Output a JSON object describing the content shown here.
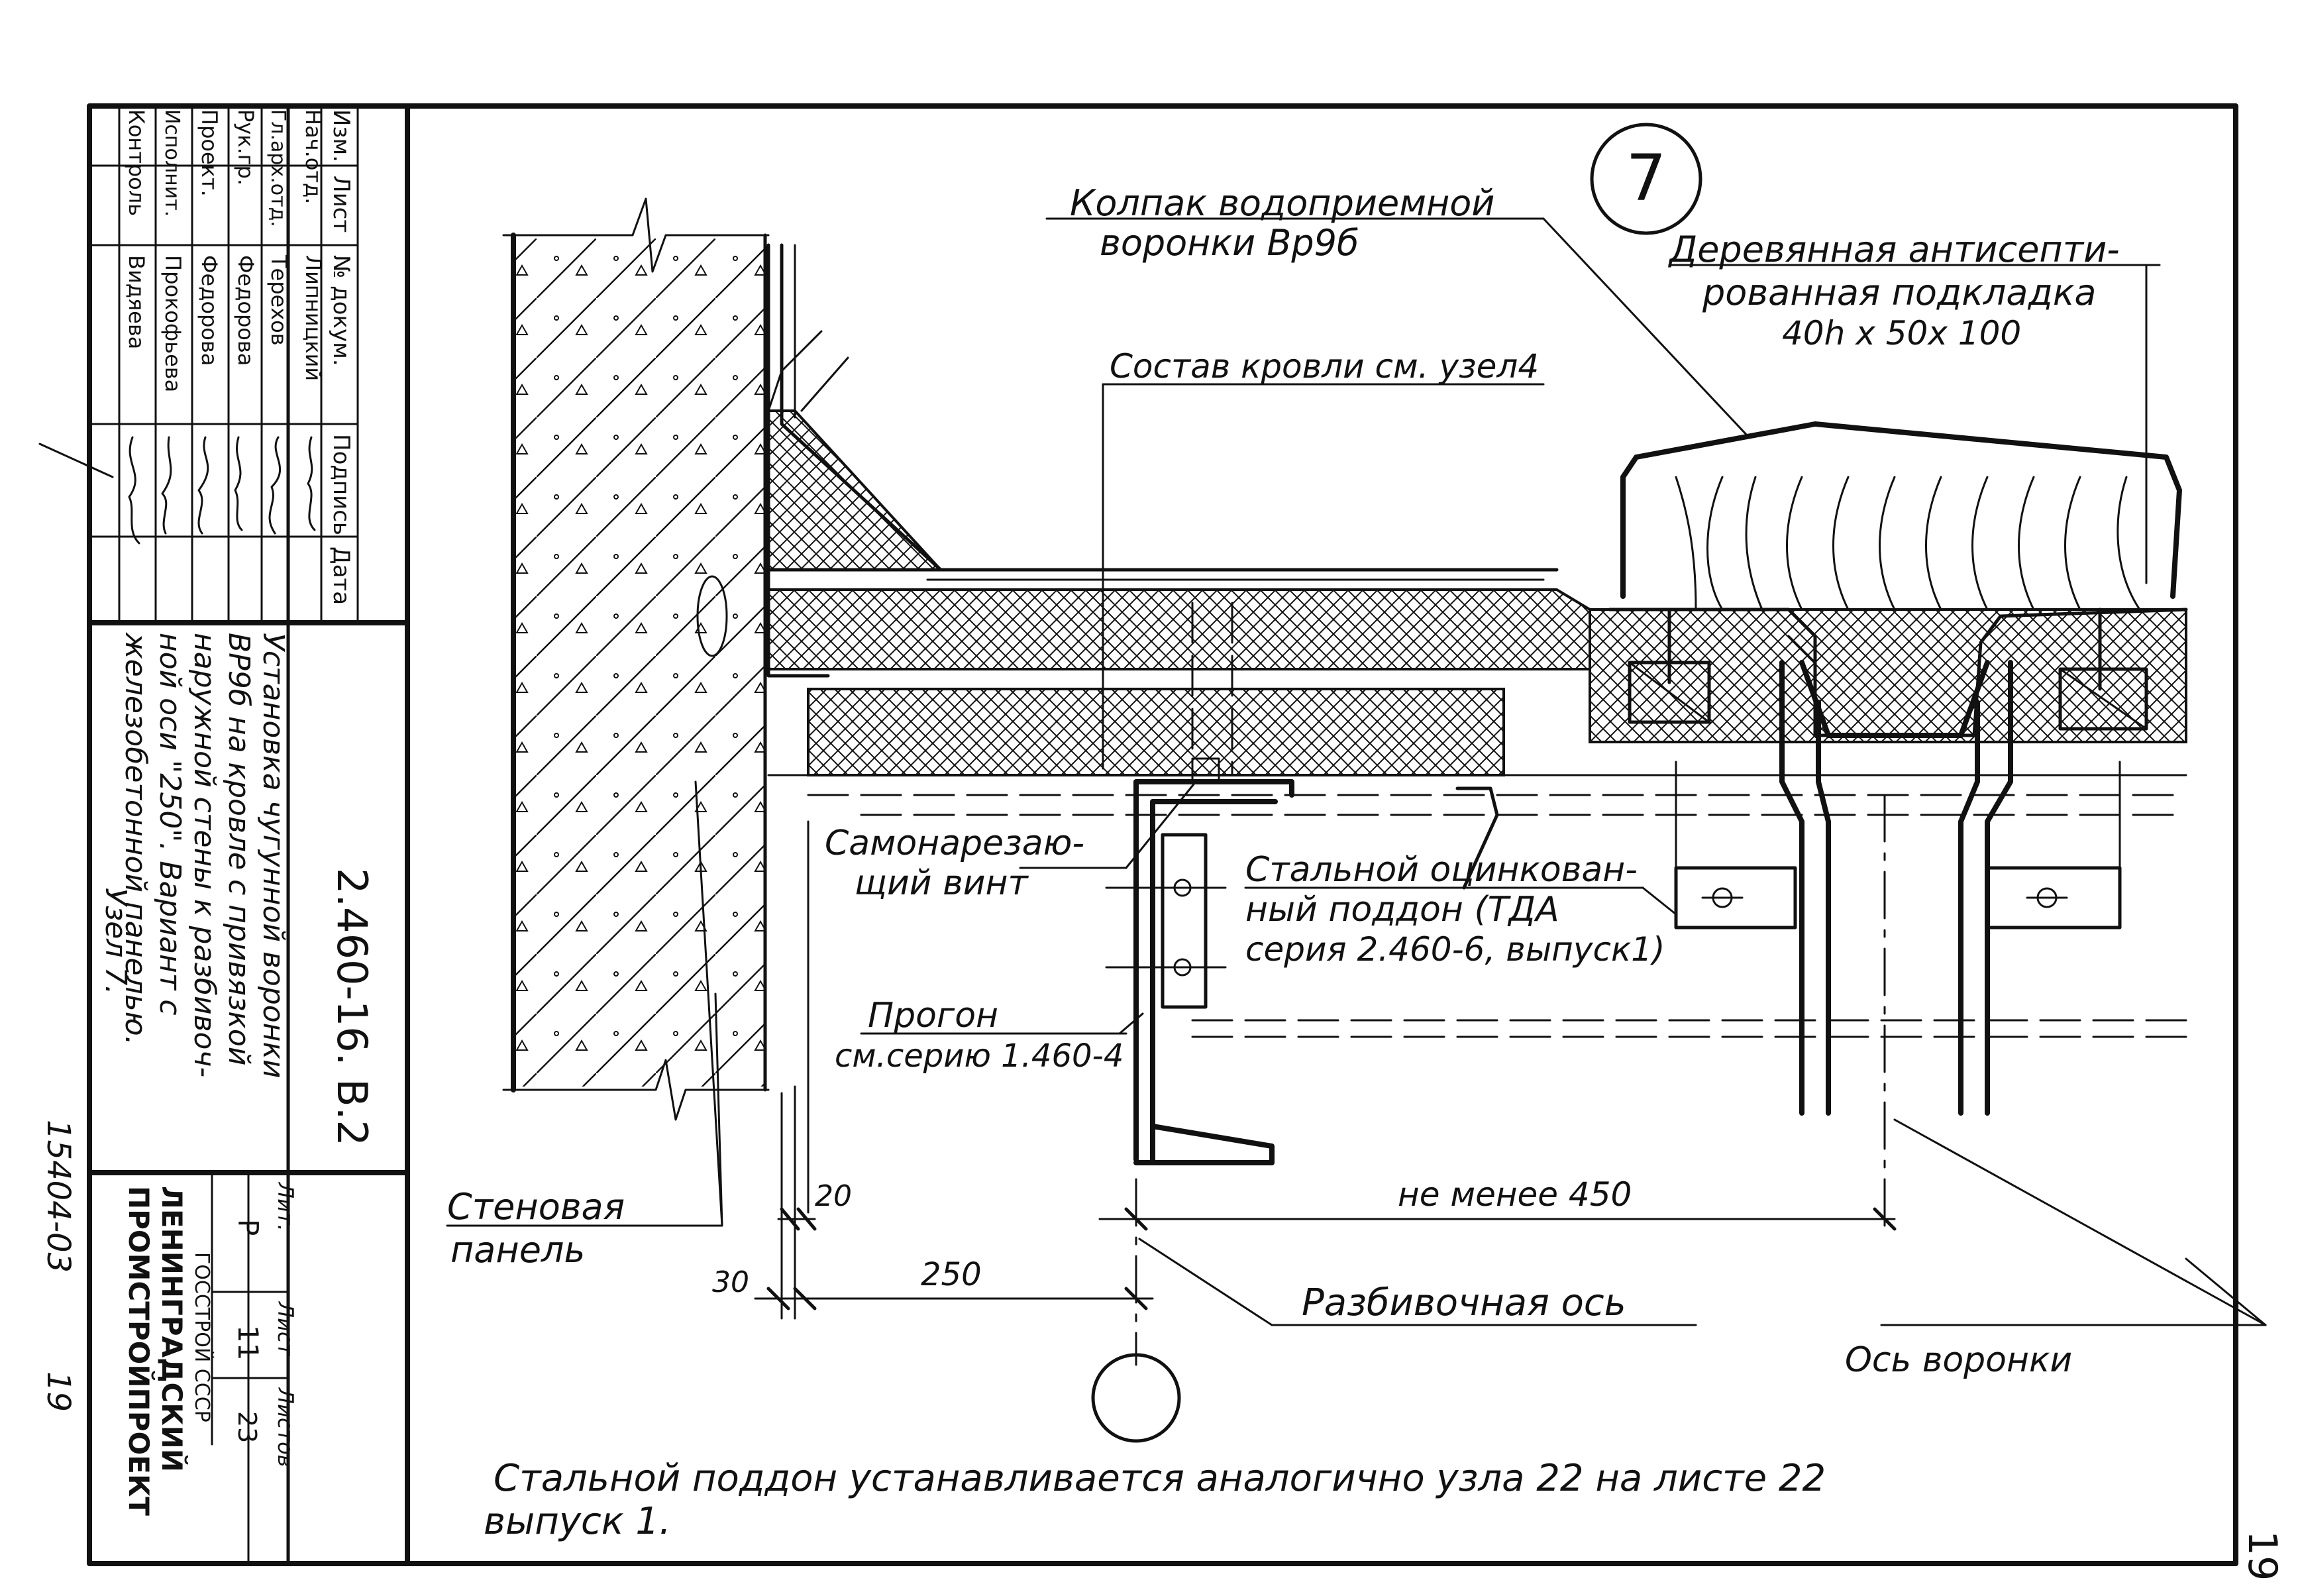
{
  "node_number": "7",
  "callouts": {
    "cap_line1": "Колпак водоприемной",
    "cap_line2": "воронки Вр9б",
    "pad_line1": "Деревянная антисепти-",
    "pad_line2": "рованная подкладка",
    "pad_line3": "40h x 50x 100",
    "roof": "Состав кровли см. узел4",
    "screw_line1": "Самонарезаю-",
    "screw_line2": "щий винт",
    "tray_line1": "Стальной оцинкован-",
    "tray_line2": "ный поддон (ТДА",
    "tray_line3": "серия 2.460-6, выпуск1)",
    "purlin_line1": "Прогон",
    "purlin_line2": "см.серию 1.460-4",
    "wall_line1": "Стеновая",
    "wall_line2": "панель",
    "layout_axis": "Разбивочная ось",
    "funnel_axis": "Ось воронки"
  },
  "dimensions": {
    "d20": "20",
    "d30": "30",
    "d250": "250",
    "d450": "не менее 450"
  },
  "note_line1": "Стальной поддон устанавливается аналогично узла 22 на листе 22",
  "note_line2": "выпуск 1.",
  "title_block": {
    "doc_code": "2.460-16. В.2",
    "headers": [
      "Изм.",
      "Лист",
      "№ докум.",
      "Подпись",
      "Дата"
    ],
    "roles": [
      "Нач.отд.",
      "Гл.арх.отд.",
      "Рук.гр.",
      "Проект.",
      "Исполнит.",
      "Контроль"
    ],
    "names": [
      "Липницкий",
      "Терехов",
      "Федорова",
      "Федорова",
      "Прокофьева",
      "Видяева"
    ],
    "title_lines": [
      "Установка чугунной воронки",
      "ВР9б на кровле с привязкой",
      "наружной стены к разбивоч-",
      "ной оси \"250\". Вариант с",
      "железобетонной панелью.",
      "Узел 7."
    ],
    "lit_label": "Лит.",
    "lit_value": "Р",
    "sheet_label": "Лист",
    "sheet_value": "11",
    "sheets_label": "Листов",
    "sheets_value": "23",
    "org_line1": "ГОССТРОЙ СССР",
    "org_line2": "ЛЕНИНГРАДСКИЙ",
    "org_line3": "ПРОМСТРОЙПРОЕКТ"
  },
  "margin_code": "15404-03",
  "margin_page": "19",
  "page_number": "19"
}
